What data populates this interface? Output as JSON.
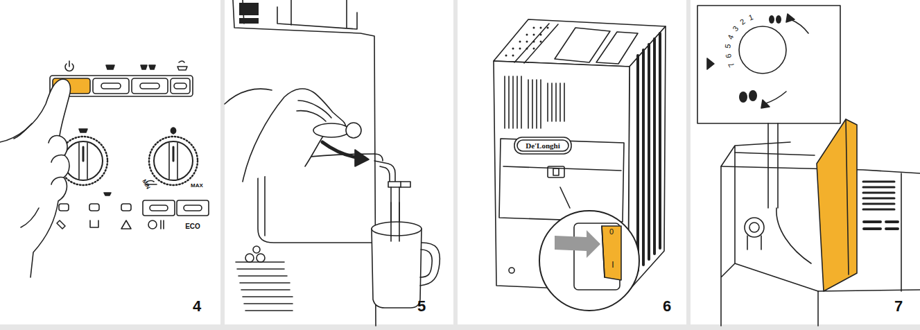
{
  "diagram": {
    "labels": [
      "MIN",
      "MAX",
      "ECO",
      "4",
      "5",
      "De'Longhi",
      "0",
      "I",
      "6",
      "7",
      "6",
      "5",
      "4",
      "3",
      "2",
      "1",
      "7"
    ]
  }
}
